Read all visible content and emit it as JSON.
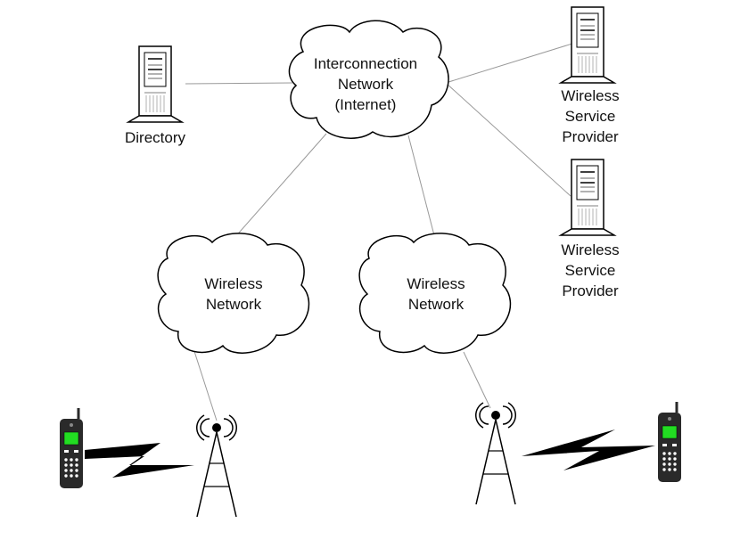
{
  "internet_cloud": {
    "line1": "Interconnection",
    "line2": "Network",
    "line3": "(Internet)"
  },
  "directory": {
    "label": "Directory"
  },
  "provider_top": {
    "line1": "Wireless",
    "line2": "Service",
    "line3": "Provider"
  },
  "provider_bottom": {
    "line1": "Wireless",
    "line2": "Service",
    "line3": "Provider"
  },
  "wireless_left": {
    "line1": "Wireless",
    "line2": "Network"
  },
  "wireless_right": {
    "line1": "Wireless",
    "line2": "Network"
  },
  "colors": {
    "phone_screen": "#22dd22",
    "phone_body": "#2a2a2a",
    "line": "#999999"
  }
}
